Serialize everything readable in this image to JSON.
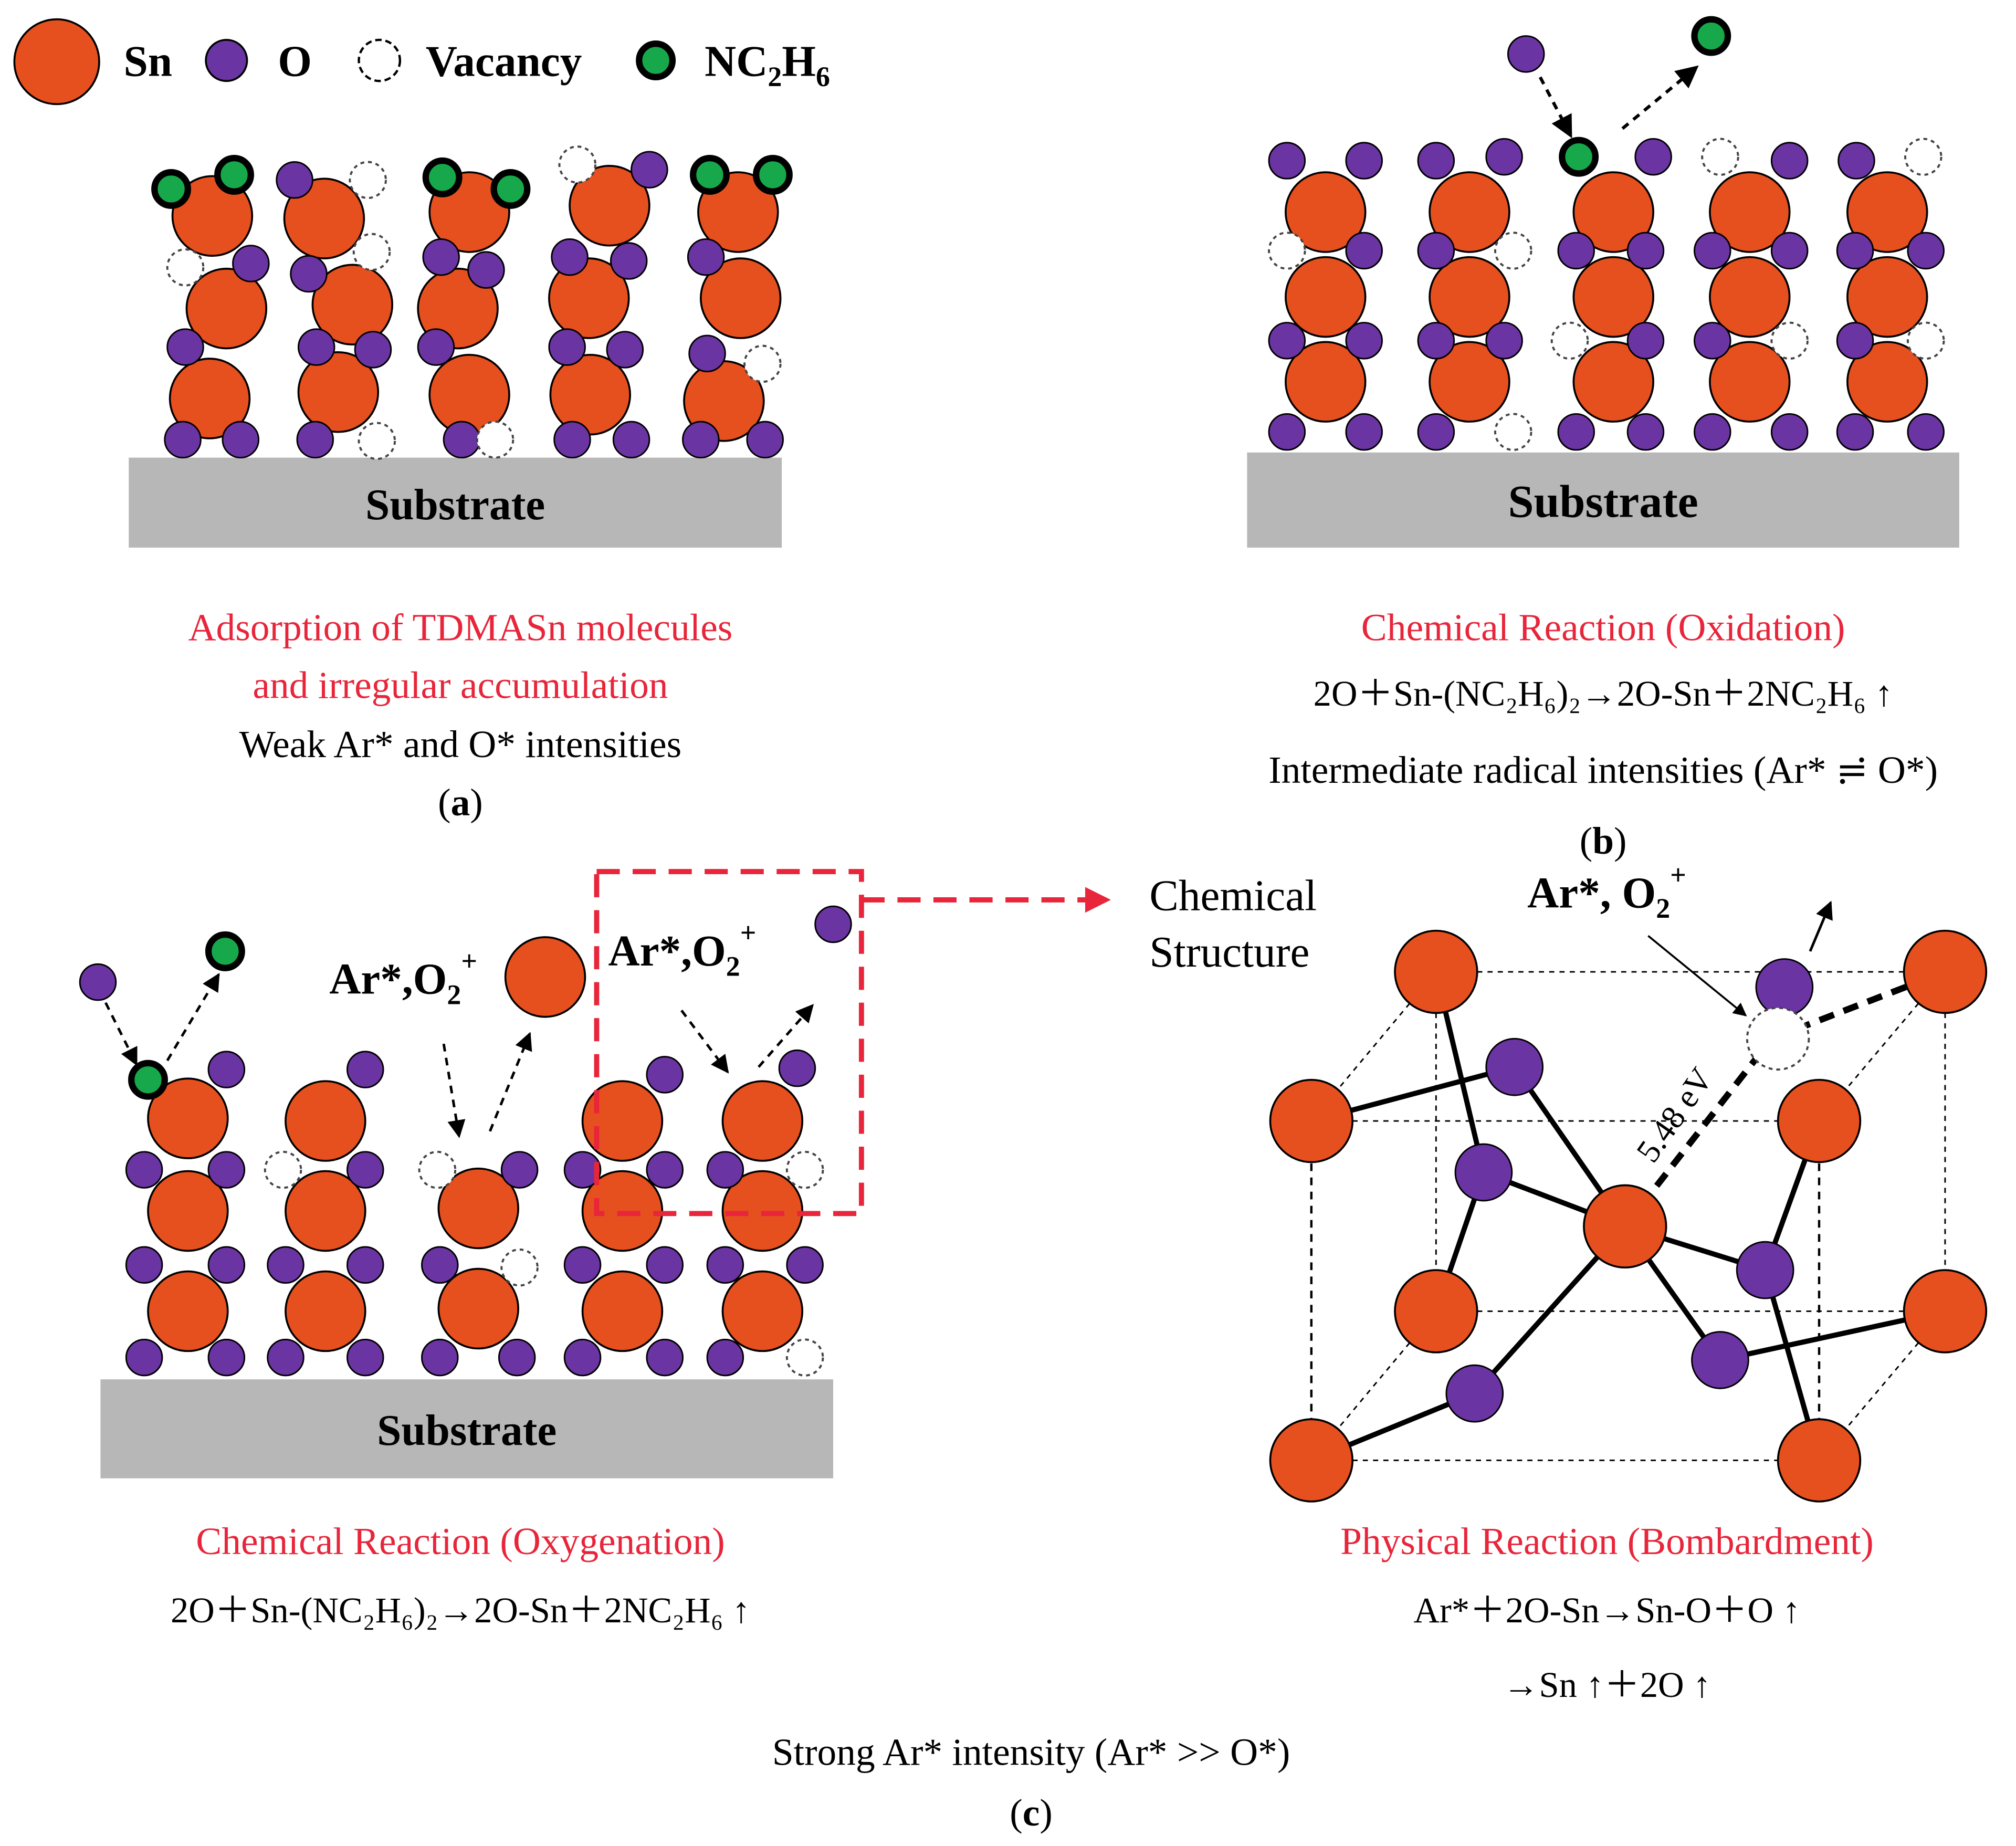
{
  "colors": {
    "sn": "#e6501e",
    "o": "#6a34a2",
    "nc2h6": "#16a84a",
    "substrate": "#b7b7b7",
    "accent_red": "#e8253a"
  },
  "legend": {
    "sn": "Sn",
    "o": "O",
    "vacancy": "Vacancy",
    "nc2h6_base": "NC",
    "nc2h6_sub1": "2",
    "nc2h6_mid": "H",
    "nc2h6_sub2": "6"
  },
  "panel_a": {
    "substrate": "Substrate",
    "title_line1": "Adsorption of TDMASn molecules",
    "title_line2": "and irregular accumulation",
    "desc": "Weak Ar* and O* intensities",
    "tag_open": "(",
    "tag_letter": "a",
    "tag_close": ")"
  },
  "panel_b": {
    "substrate": "Substrate",
    "title": "Chemical Reaction (Oxidation)",
    "equation": "2O＋Sn-(NC₂H₆)₂→2O-Sn＋2NC₂H₆ ↑",
    "desc": "Intermediate radical intensities (Ar* ≓ O*)",
    "tag_open": "(",
    "tag_letter": "b",
    "tag_close": ")"
  },
  "panel_c": {
    "substrate": "Substrate",
    "radical_base": "Ar*,O",
    "radical_sub": "2",
    "radical_sup": "+",
    "chem_struct_line1": "Chemical",
    "chem_struct_line2": "Structure",
    "struct_radical_base": "Ar*, O",
    "struct_radical_sub": "2",
    "struct_radical_sup": "+",
    "bond_energy": "5.48 eV",
    "left_title": "Chemical Reaction (Oxygenation)",
    "left_equation": "2O＋Sn-(NC₂H₆)₂→2O-Sn＋2NC₂H₆ ↑",
    "right_title": "Physical Reaction (Bombardment)",
    "right_equation1": "Ar*＋2O-Sn→Sn-O＋O ↑",
    "right_equation2": "→Sn ↑＋2O ↑",
    "desc": "Strong Ar* intensity (Ar* >> O*)",
    "tag_open": "(",
    "tag_letter": "c",
    "tag_close": ")"
  }
}
